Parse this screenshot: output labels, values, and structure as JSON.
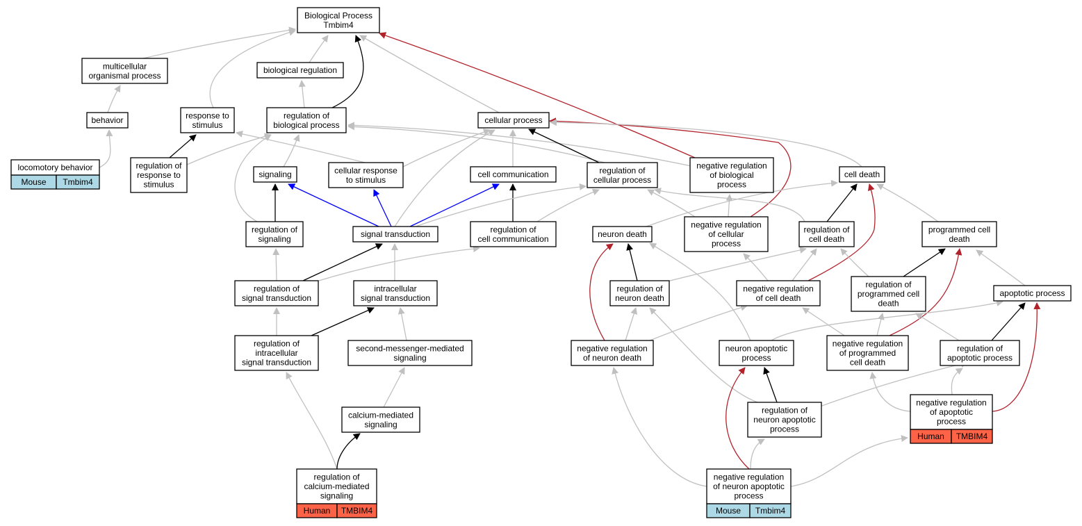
{
  "colors": {
    "gray_edge": "#c0c0c0",
    "black_edge": "#000000",
    "red_edge": "#b2222b",
    "blue_edge": "#0000ff",
    "mouse_fill": "#add8e6",
    "human_fill": "#ff6347"
  },
  "nodes": {
    "bp_root": [
      "Biological Process",
      "Tmbim4"
    ],
    "multicellular": [
      "multicellular",
      "organismal process"
    ],
    "bio_reg": [
      "biological regulation"
    ],
    "behavior": [
      "behavior"
    ],
    "resp_stim": [
      "response to",
      "stimulus"
    ],
    "reg_bio": [
      "regulation of",
      "biological process"
    ],
    "cell_proc": [
      "cellular process"
    ],
    "locomotory": [
      "locomotory behavior"
    ],
    "reg_resp": [
      "regulation of",
      "response to",
      "stimulus"
    ],
    "signaling": [
      "signaling"
    ],
    "cell_resp": [
      "cellular response",
      "to stimulus"
    ],
    "cell_comm": [
      "cell communication"
    ],
    "reg_cellular": [
      "regulation of",
      "cellular process"
    ],
    "neg_reg_bio": [
      "negative regulation",
      "of biological",
      "process"
    ],
    "cell_death": [
      "cell death"
    ],
    "reg_sig": [
      "regulation of",
      "signaling"
    ],
    "sig_trans": [
      "signal transduction"
    ],
    "reg_cell_comm": [
      "regulation of",
      "cell communication"
    ],
    "neuron_death": [
      "neuron death"
    ],
    "neg_reg_cellular": [
      "negative regulation",
      "of cellular",
      "process"
    ],
    "reg_cell_death": [
      "regulation of",
      "cell death"
    ],
    "pcd": [
      "programmed cell",
      "death"
    ],
    "reg_sig_trans": [
      "regulation of",
      "signal transduction"
    ],
    "intra_sig": [
      "intracellular",
      "signal transduction"
    ],
    "reg_neuron_death": [
      "regulation of",
      "neuron death"
    ],
    "neg_reg_cell_death": [
      "negative regulation",
      "of cell death"
    ],
    "reg_pcd": [
      "regulation of",
      "programmed cell",
      "death"
    ],
    "apoptotic": [
      "apoptotic process"
    ],
    "reg_intra": [
      "regulation of",
      "intracellular",
      "signal transduction"
    ],
    "second_msg": [
      "second-messenger-mediated",
      "signaling"
    ],
    "neg_reg_neuron_death": [
      "negative regulation",
      "of neuron death"
    ],
    "neuron_apop": [
      "neuron apoptotic",
      "process"
    ],
    "neg_reg_pcd": [
      "negative regulation",
      "of programmed",
      "cell death"
    ],
    "reg_apop": [
      "regulation of",
      "apoptotic process"
    ],
    "calcium": [
      "calcium-mediated",
      "signaling"
    ],
    "reg_neuron_apop": [
      "regulation of",
      "neuron apoptotic",
      "process"
    ],
    "neg_reg_apop": [
      "negative regulation",
      "of apoptotic",
      "process"
    ],
    "reg_calcium": [
      "regulation of",
      "calcium-mediated",
      "signaling"
    ],
    "neg_reg_neuron_apop": [
      "negative regulation",
      "of neuron apoptotic",
      "process"
    ]
  },
  "annotations": {
    "locomotory": {
      "species": "Mouse",
      "gene": "Tmbim4",
      "kind": "mouse"
    },
    "neg_reg_apop": {
      "species": "Human",
      "gene": "TMBIM4",
      "kind": "human"
    },
    "reg_calcium": {
      "species": "Human",
      "gene": "TMBIM4",
      "kind": "human"
    },
    "neg_reg_neuron_apop": {
      "species": "Mouse",
      "gene": "Tmbim4",
      "kind": "mouse"
    }
  },
  "edges": [
    {
      "from": "multicellular",
      "to": "bp_root",
      "color": "gray"
    },
    {
      "from": "bio_reg",
      "to": "bp_root",
      "color": "gray"
    },
    {
      "from": "resp_stim",
      "to": "bp_root",
      "color": "gray"
    },
    {
      "from": "reg_bio",
      "to": "bp_root",
      "color": "black"
    },
    {
      "from": "cell_proc",
      "to": "bp_root",
      "color": "gray"
    },
    {
      "from": "neg_reg_bio",
      "to": "bp_root",
      "color": "red"
    },
    {
      "from": "behavior",
      "to": "multicellular",
      "color": "gray"
    },
    {
      "from": "locomotory",
      "to": "behavior",
      "color": "gray"
    },
    {
      "from": "reg_bio",
      "to": "bio_reg",
      "color": "gray"
    },
    {
      "from": "reg_resp",
      "to": "resp_stim",
      "color": "black"
    },
    {
      "from": "cell_resp",
      "to": "resp_stim",
      "color": "gray"
    },
    {
      "from": "reg_resp",
      "to": "reg_bio",
      "color": "gray"
    },
    {
      "from": "signaling",
      "to": "reg_bio",
      "color": "gray"
    },
    {
      "from": "reg_sig",
      "to": "reg_bio",
      "color": "gray"
    },
    {
      "from": "reg_cellular",
      "to": "reg_bio",
      "color": "gray"
    },
    {
      "from": "neg_reg_bio",
      "to": "reg_bio",
      "color": "gray"
    },
    {
      "from": "cell_resp",
      "to": "cell_proc",
      "color": "gray"
    },
    {
      "from": "cell_comm",
      "to": "cell_proc",
      "color": "gray"
    },
    {
      "from": "sig_trans",
      "to": "cell_proc",
      "color": "gray"
    },
    {
      "from": "reg_cellular",
      "to": "cell_proc",
      "color": "black"
    },
    {
      "from": "neg_reg_cellular",
      "to": "cell_proc",
      "color": "red"
    },
    {
      "from": "cell_death",
      "to": "cell_proc",
      "color": "gray"
    },
    {
      "from": "reg_sig",
      "to": "signaling",
      "color": "black"
    },
    {
      "from": "sig_trans",
      "to": "signaling",
      "color": "blue"
    },
    {
      "from": "sig_trans",
      "to": "cell_resp",
      "color": "blue"
    },
    {
      "from": "sig_trans",
      "to": "cell_comm",
      "color": "blue"
    },
    {
      "from": "reg_cell_comm",
      "to": "cell_comm",
      "color": "black"
    },
    {
      "from": "reg_resp",
      "to": "reg_sig_trans",
      "color": "gray",
      "reverse": true
    },
    {
      "from": "reg_sig_trans",
      "to": "reg_sig",
      "color": "gray"
    },
    {
      "from": "reg_sig_trans",
      "to": "sig_trans",
      "color": "black"
    },
    {
      "from": "intra_sig",
      "to": "sig_trans",
      "color": "gray"
    },
    {
      "from": "reg_cell_comm",
      "to": "reg_cellular",
      "color": "gray"
    },
    {
      "from": "sig_trans",
      "to": "reg_cellular",
      "color": "gray"
    },
    {
      "from": "reg_sig_trans",
      "to": "reg_cell_comm",
      "color": "gray"
    },
    {
      "from": "neg_reg_cellular",
      "to": "reg_cellular",
      "color": "gray"
    },
    {
      "from": "neg_reg_cellular",
      "to": "neg_reg_bio",
      "color": "gray"
    },
    {
      "from": "reg_cell_death",
      "to": "reg_cellular",
      "color": "gray"
    },
    {
      "from": "reg_cell_death",
      "to": "cell_death",
      "color": "black"
    },
    {
      "from": "pcd",
      "to": "cell_death",
      "color": "gray"
    },
    {
      "from": "neuron_death",
      "to": "cell_death",
      "color": "gray"
    },
    {
      "from": "neg_reg_cell_death",
      "to": "cell_death",
      "color": "red"
    },
    {
      "from": "reg_neuron_death",
      "to": "neuron_death",
      "color": "black"
    },
    {
      "from": "neg_reg_neuron_death",
      "to": "neuron_death",
      "color": "red"
    },
    {
      "from": "neuron_apop",
      "to": "neuron_death",
      "color": "gray"
    },
    {
      "from": "neg_reg_cell_death",
      "to": "neg_reg_cellular",
      "color": "gray"
    },
    {
      "from": "reg_neuron_death",
      "to": "reg_cell_death",
      "color": "gray"
    },
    {
      "from": "neg_reg_cell_death",
      "to": "reg_cell_death",
      "color": "gray"
    },
    {
      "from": "reg_pcd",
      "to": "reg_cell_death",
      "color": "gray"
    },
    {
      "from": "reg_pcd",
      "to": "pcd",
      "color": "black"
    },
    {
      "from": "apoptotic",
      "to": "pcd",
      "color": "gray"
    },
    {
      "from": "neg_reg_pcd",
      "to": "pcd",
      "color": "red"
    },
    {
      "from": "reg_intra",
      "to": "reg_sig_trans",
      "color": "gray"
    },
    {
      "from": "reg_intra",
      "to": "intra_sig",
      "color": "black"
    },
    {
      "from": "second_msg",
      "to": "intra_sig",
      "color": "gray"
    },
    {
      "from": "neg_reg_neuron_death",
      "to": "reg_neuron_death",
      "color": "gray"
    },
    {
      "from": "reg_neuron_apop",
      "to": "reg_neuron_death",
      "color": "gray"
    },
    {
      "from": "neg_reg_neuron_death",
      "to": "neg_reg_cell_death",
      "color": "gray"
    },
    {
      "from": "neg_reg_pcd",
      "to": "neg_reg_cell_death",
      "color": "gray"
    },
    {
      "from": "neg_reg_pcd",
      "to": "reg_pcd",
      "color": "gray"
    },
    {
      "from": "reg_apop",
      "to": "reg_pcd",
      "color": "gray"
    },
    {
      "from": "neuron_apop",
      "to": "apoptotic",
      "color": "gray"
    },
    {
      "from": "reg_apop",
      "to": "apoptotic",
      "color": "black"
    },
    {
      "from": "neg_reg_apop",
      "to": "apoptotic",
      "color": "red"
    },
    {
      "from": "reg_calcium",
      "to": "reg_intra",
      "color": "gray"
    },
    {
      "from": "calcium",
      "to": "second_msg",
      "color": "gray"
    },
    {
      "from": "reg_calcium",
      "to": "calcium",
      "color": "black"
    },
    {
      "from": "reg_neuron_apop",
      "to": "neuron_apop",
      "color": "black"
    },
    {
      "from": "neg_reg_neuron_apop",
      "to": "neuron_apop",
      "color": "red"
    },
    {
      "from": "reg_neuron_apop",
      "to": "reg_apop",
      "color": "gray"
    },
    {
      "from": "neg_reg_apop",
      "to": "reg_apop",
      "color": "gray"
    },
    {
      "from": "neg_reg_apop",
      "to": "neg_reg_pcd",
      "color": "gray"
    },
    {
      "from": "neg_reg_neuron_apop",
      "to": "reg_neuron_apop",
      "color": "gray"
    },
    {
      "from": "neg_reg_neuron_apop",
      "to": "neg_reg_neuron_death",
      "color": "gray"
    },
    {
      "from": "neg_reg_neuron_apop",
      "to": "neg_reg_apop",
      "color": "gray"
    }
  ]
}
